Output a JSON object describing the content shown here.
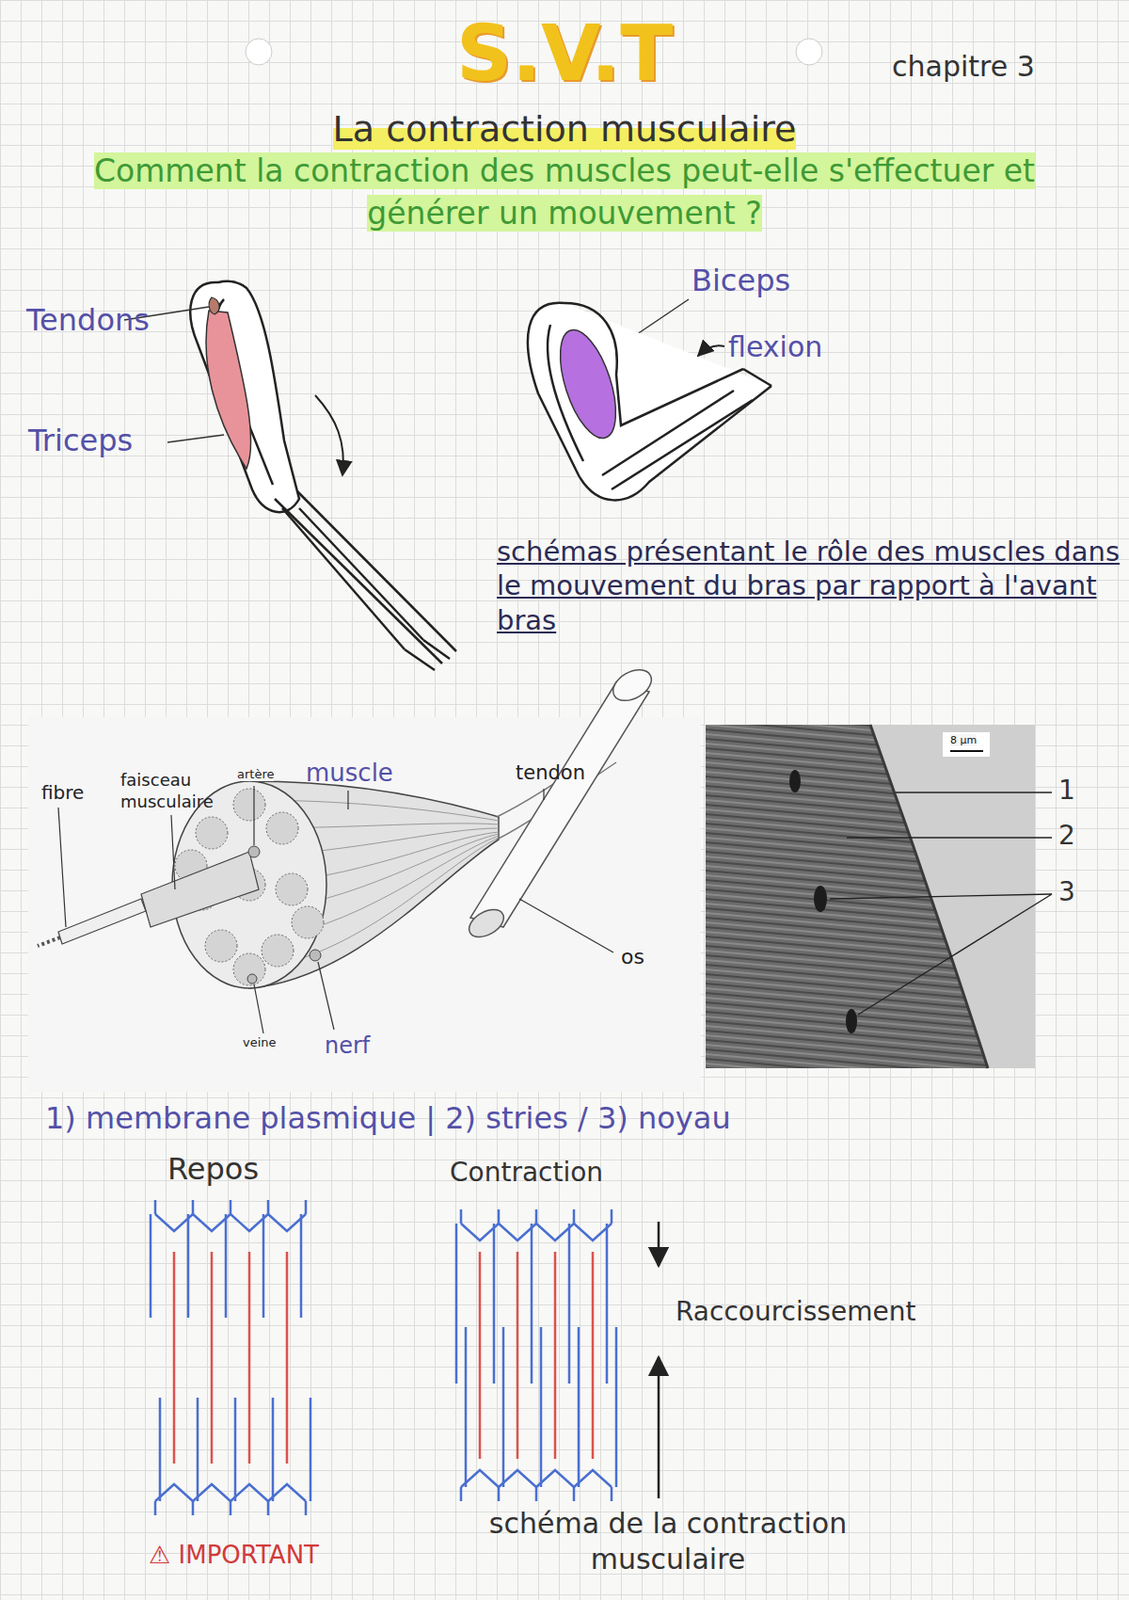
{
  "diagram": {
    "title": "S.V.T",
    "labels": [
      "chapitre 3",
      "La contraction musculaire",
      "Comment la contraction des muscles peut-elle s'effectuer et générer un mouvement ?",
      "Tendons",
      "Triceps",
      "Biceps",
      "flexion",
      "schémas présentant le rôle des muscles dans le mouvement du bras par rapport à l'avant bras",
      "fibre",
      "faisceau musculaire",
      "artère",
      "muscle",
      "tendon",
      "os",
      "veine",
      "nerf",
      "8 µm",
      "1",
      "2",
      "3",
      "1) membrane plasmique | 2) stries / 3) noyau",
      "Repos",
      "Contraction",
      "Raccourcissement",
      "schéma de la contraction musculaire",
      "⚠ IMPORTANT"
    ]
  }
}
